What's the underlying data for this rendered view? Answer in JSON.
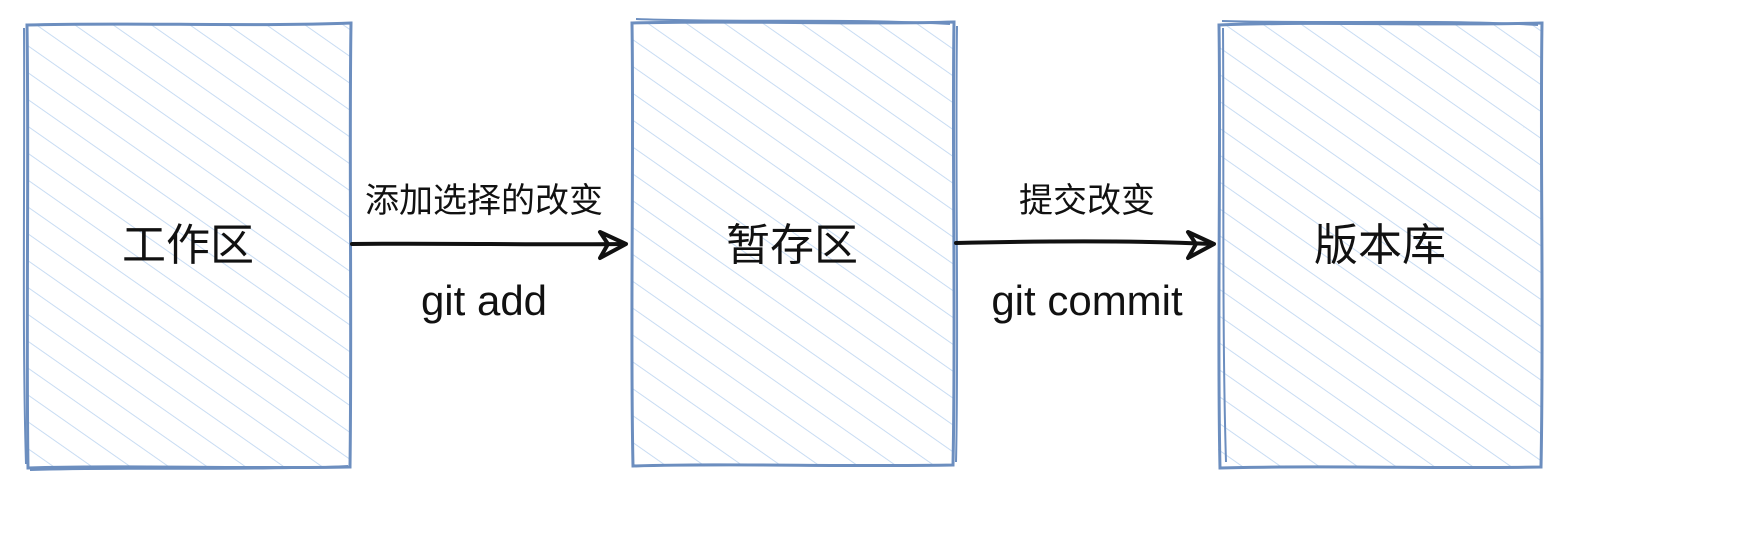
{
  "colors": {
    "box_stroke": "#6c8ebf",
    "hatch": "#c8dcf3",
    "arrow": "#111111",
    "text": "#111111"
  },
  "nodes": {
    "working": {
      "label": "工作区"
    },
    "staging": {
      "label": "暂存区"
    },
    "repo": {
      "label": "版本库"
    }
  },
  "edges": {
    "add": {
      "label": "添加选择的改变",
      "command": "git add"
    },
    "commit": {
      "label": "提交改变",
      "command": "git commit"
    }
  }
}
